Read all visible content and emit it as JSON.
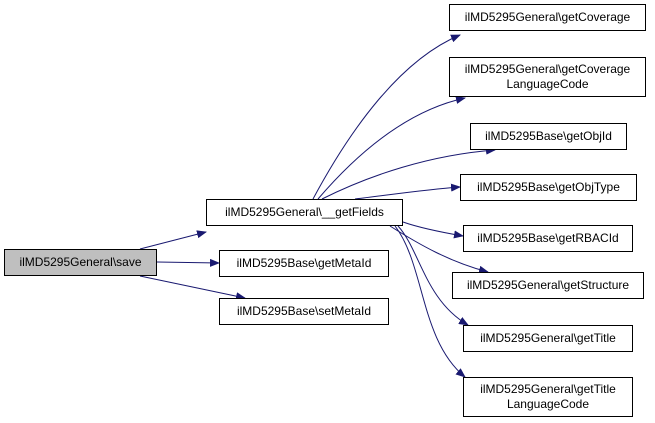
{
  "colors": {
    "edge": "#191970",
    "root_fill": "#bfbfbf",
    "node_border": "#000000"
  },
  "nodes": {
    "save": {
      "label": "ilMD5295General\\save"
    },
    "getFields": {
      "label": "ilMD5295General\\__getFields"
    },
    "getMetaId": {
      "label": "ilMD5295Base\\getMetaId"
    },
    "setMetaId": {
      "label": "ilMD5295Base\\setMetaId"
    },
    "getCoverage": {
      "label": "ilMD5295General\\getCoverage"
    },
    "getCoverageLanguageCode": {
      "line1": "ilMD5295General\\getCoverage",
      "line2": "LanguageCode"
    },
    "getObjId": {
      "label": "ilMD5295Base\\getObjId"
    },
    "getObjType": {
      "label": "ilMD5295Base\\getObjType"
    },
    "getRBACId": {
      "label": "ilMD5295Base\\getRBACId"
    },
    "getStructure": {
      "label": "ilMD5295General\\getStructure"
    },
    "getTitle": {
      "label": "ilMD5295General\\getTitle"
    },
    "getTitleLanguageCode": {
      "line1": "ilMD5295General\\getTitle",
      "line2": "LanguageCode"
    }
  },
  "edges": [
    {
      "from": "save",
      "to": "getFields"
    },
    {
      "from": "save",
      "to": "getMetaId"
    },
    {
      "from": "save",
      "to": "setMetaId"
    },
    {
      "from": "getFields",
      "to": "getCoverage"
    },
    {
      "from": "getFields",
      "to": "getCoverageLanguageCode"
    },
    {
      "from": "getFields",
      "to": "getObjId"
    },
    {
      "from": "getFields",
      "to": "getObjType"
    },
    {
      "from": "getFields",
      "to": "getRBACId"
    },
    {
      "from": "getFields",
      "to": "getStructure"
    },
    {
      "from": "getFields",
      "to": "getTitle"
    },
    {
      "from": "getFields",
      "to": "getTitleLanguageCode"
    }
  ]
}
